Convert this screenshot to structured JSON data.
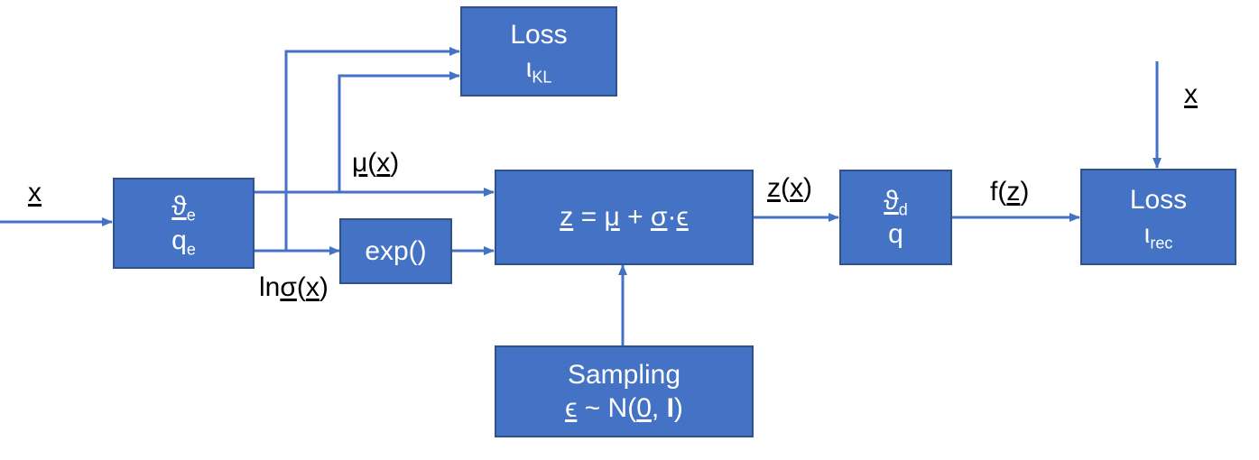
{
  "encoder": {
    "theta": "ϑ",
    "theta_sub": "e",
    "q": "q",
    "q_sub": "e"
  },
  "loss_kl": {
    "title": "Loss",
    "symbol": "ι",
    "symbol_sub": "KL"
  },
  "exp_block": {
    "label": "exp()"
  },
  "reparam": {
    "z": "z",
    "eq": " = ",
    "mu": "μ",
    "plus": " + ",
    "sigma": "σ",
    "dot": "·",
    "eps": "ϵ"
  },
  "sampling": {
    "title": "Sampling",
    "eps": "ϵ",
    "dist_open": " ~ N(",
    "zero": "0",
    "comma": ", ",
    "identity": "I",
    "close": ")"
  },
  "decoder": {
    "theta": "ϑ",
    "theta_sub": "d",
    "q": "q"
  },
  "loss_rec": {
    "title": "Loss",
    "symbol": "ι",
    "symbol_sub": "rec"
  },
  "labels": {
    "input_x": "x",
    "mu_x": {
      "mu": "μ",
      "open": "(",
      "x": "x",
      "close": ")"
    },
    "ln_sigma": {
      "ln": "ln",
      "sigma": "σ",
      "open": "(",
      "x": "x",
      "close": ")"
    },
    "z_x": {
      "z": "z",
      "open": "(",
      "x": "x",
      "close": ")"
    },
    "f_z": {
      "f": "f",
      "open": "(",
      "z": "z",
      "close": ")"
    },
    "target_x": "x"
  },
  "colors": {
    "block_fill": "#4472c4",
    "block_border": "#2f528f",
    "arrow": "#4472c4",
    "text_on_block": "#ffffff",
    "label_text": "#000000"
  }
}
